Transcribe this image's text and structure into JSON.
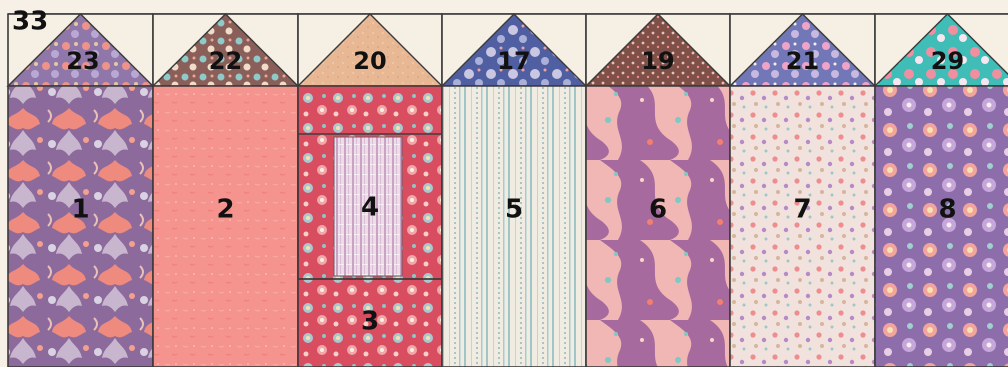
{
  "corner_label": "33",
  "columns": [
    {
      "roof_label": "23",
      "panel_label": "1",
      "roof_fabric": "purple-floral",
      "panel_fabric": "purple-coral-damask"
    },
    {
      "roof_label": "22",
      "panel_label": "2",
      "roof_fabric": "brown-teal-floral",
      "panel_fabric": "pink-tonal"
    },
    {
      "roof_label": "20",
      "panel_label": "4",
      "panel_label_lower": "3",
      "roof_fabric": "tan-tonal",
      "panel_fabric": "red-floral-with-lilac-stripe-center"
    },
    {
      "roof_label": "17",
      "panel_label": "5",
      "roof_fabric": "navy-floral",
      "panel_fabric": "teal-stripe"
    },
    {
      "roof_label": "19",
      "panel_label": "6",
      "roof_fabric": "brown-dot",
      "panel_fabric": "mauve-paisley"
    },
    {
      "roof_label": "21",
      "panel_label": "7",
      "roof_fabric": "blue-floral",
      "panel_fabric": "cream-ditsy-floral"
    },
    {
      "roof_label": "29",
      "panel_label": "8",
      "roof_fabric": "teal-floral",
      "panel_fabric": "purple-large-floral"
    }
  ],
  "colors": {
    "background_triangle": "#f6efe4",
    "seam": "#3a3a3a"
  }
}
